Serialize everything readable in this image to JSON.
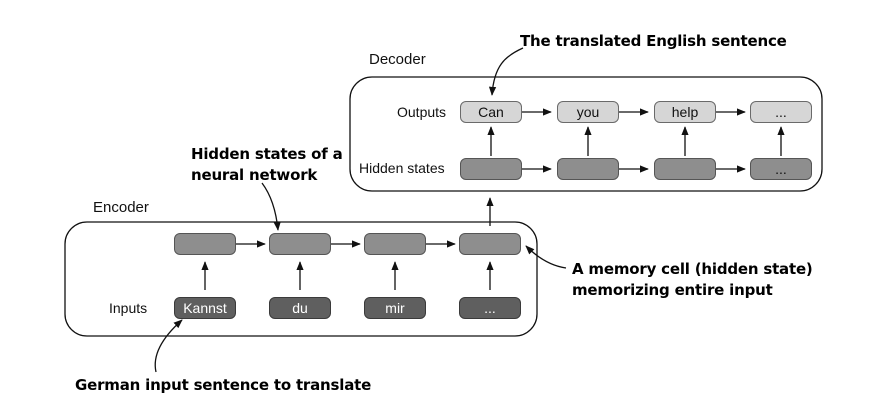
{
  "decoder": {
    "title": "Decoder",
    "outputs_label": "Outputs",
    "hidden_label": "Hidden states",
    "outputs": [
      "Can",
      "you",
      "help",
      "..."
    ]
  },
  "encoder": {
    "title": "Encoder",
    "inputs_label": "Inputs",
    "inputs": [
      "Kannst",
      "du",
      "mir",
      "..."
    ]
  },
  "annotations": {
    "translated": "The translated English sentence",
    "hidden_states_line1": "Hidden states of a",
    "hidden_states_line2": "neural network",
    "memory_line1": "A memory cell (hidden state)",
    "memory_line2": "memorizing entire input",
    "german": "German input sentence to translate"
  },
  "colors": {
    "input_token_fill": "#5f5f5f",
    "hidden_state_fill": "#8e8e8e",
    "output_token_fill": "#d6d6d6"
  }
}
